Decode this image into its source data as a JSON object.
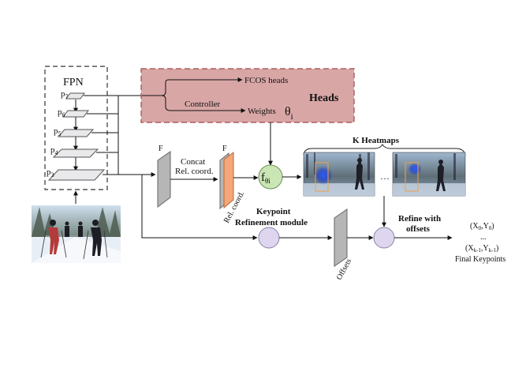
{
  "fpn": {
    "title": "FPN",
    "levels": [
      {
        "main": "p",
        "sub": "7"
      },
      {
        "main": "p",
        "sub": "6"
      },
      {
        "main": "p",
        "sub": "5"
      },
      {
        "main": "p",
        "sub": "4"
      },
      {
        "main": "p",
        "sub": "3"
      }
    ]
  },
  "heads": {
    "title": "Heads",
    "fcos_label": "FCOS heads",
    "controller_label": "Controller",
    "weights_label": "Weights",
    "theta_main": "θ",
    "theta_sub": "i",
    "fill_color": "#d9a6a6",
    "border_color": "#a04848"
  },
  "features": {
    "F1": "F",
    "F2": "F",
    "concat_line1": "Concat",
    "concat_line2": "Rel. coord.",
    "rel_coord_vertical": "Rel. coord.",
    "offsets_vertical": "Offsets",
    "rel_coord_color": "#f4a77a"
  },
  "dynamic_conv": {
    "main": "f",
    "sub": "θi",
    "fill_color": "#c9e6b4"
  },
  "heatmaps": {
    "title": "K Heatmaps",
    "ellipsis": "…"
  },
  "refinement": {
    "line1": "Keypoint",
    "line2": "Refinement module",
    "node_color": "#ddd6ee"
  },
  "refine_offsets": {
    "line1": "Refine with",
    "line2": "offsets"
  },
  "output": {
    "first_main": "(X",
    "first_sub1": "0",
    "first_mid": ",Y",
    "first_sub2": "0",
    "first_end": ")",
    "dots": "...",
    "last_main": "(X",
    "last_sub1": "k-1",
    "last_mid": ",Y",
    "last_sub2": "k-1",
    "last_end": ")",
    "caption": "Final Keypoints"
  }
}
